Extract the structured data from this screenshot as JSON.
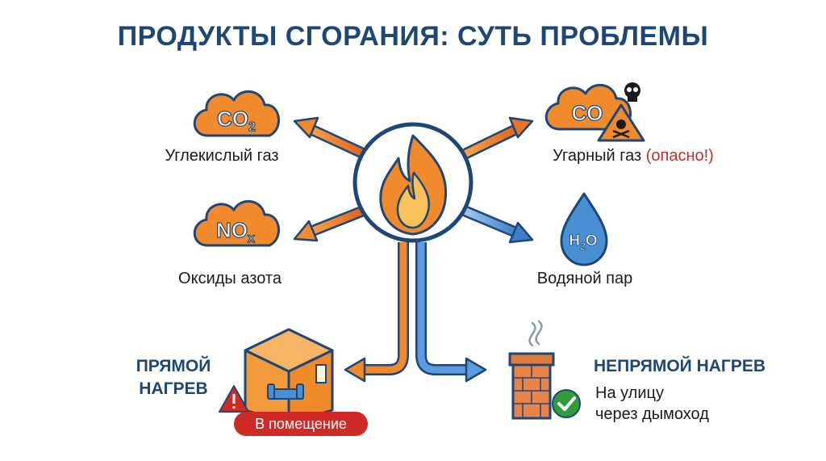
{
  "title": "ПРОДУКТЫ СГОРАНИЯ: СУТЬ ПРОБЛЕМЫ",
  "products": {
    "co2": {
      "formula_main": "CO",
      "formula_sub": "2",
      "label": "Углекислый газ"
    },
    "co": {
      "formula_main": "CO",
      "label": "Угарный газ",
      "warning": "(опасно!)"
    },
    "nox": {
      "formula_main": "NO",
      "formula_sub": "x",
      "label": "Оксиды азота"
    },
    "h2o": {
      "formula_h": "H",
      "formula_sub": "2",
      "formula_o": "O",
      "label": "Водяной пар"
    }
  },
  "direct": {
    "heading_line1": "ПРЯМОЙ",
    "heading_line2": "НАГРЕВ",
    "badge": "В помещение"
  },
  "indirect": {
    "heading": "НЕПРЯМОЙ НАГРЕВ",
    "line1": "На улицу",
    "line2": "через дымоход"
  },
  "colors": {
    "navy": "#1d4777",
    "orange": "#f08a2c",
    "blue": "#4a8fd4",
    "red": "#cf2a26",
    "green": "#2e9d3a"
  }
}
